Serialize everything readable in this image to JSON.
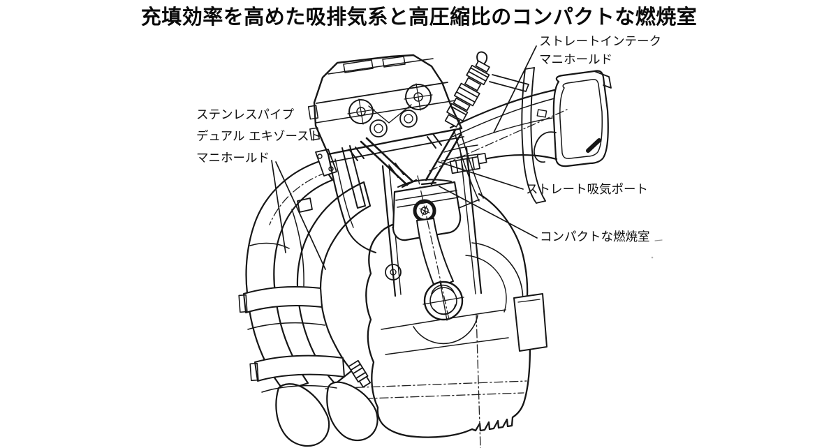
{
  "figure": {
    "title": "充填効率を高めた吸排気系と高圧縮比のコンパクトな燃焼室",
    "labels": {
      "intake_manifold": {
        "lines": [
          "ストレートインテーク",
          "マニホールド"
        ]
      },
      "exhaust_manifold": {
        "lines": [
          "ステンレスパイプ",
          "デュアル エキゾースト",
          "マニホールド"
        ]
      },
      "intake_port": {
        "lines": [
          "ストレート吸気ポート"
        ]
      },
      "combustion_chamber": {
        "lines": [
          "コンパクトな燃焼室"
        ]
      }
    },
    "colors": {
      "ink": "#161616",
      "background": "#ffffff"
    }
  }
}
